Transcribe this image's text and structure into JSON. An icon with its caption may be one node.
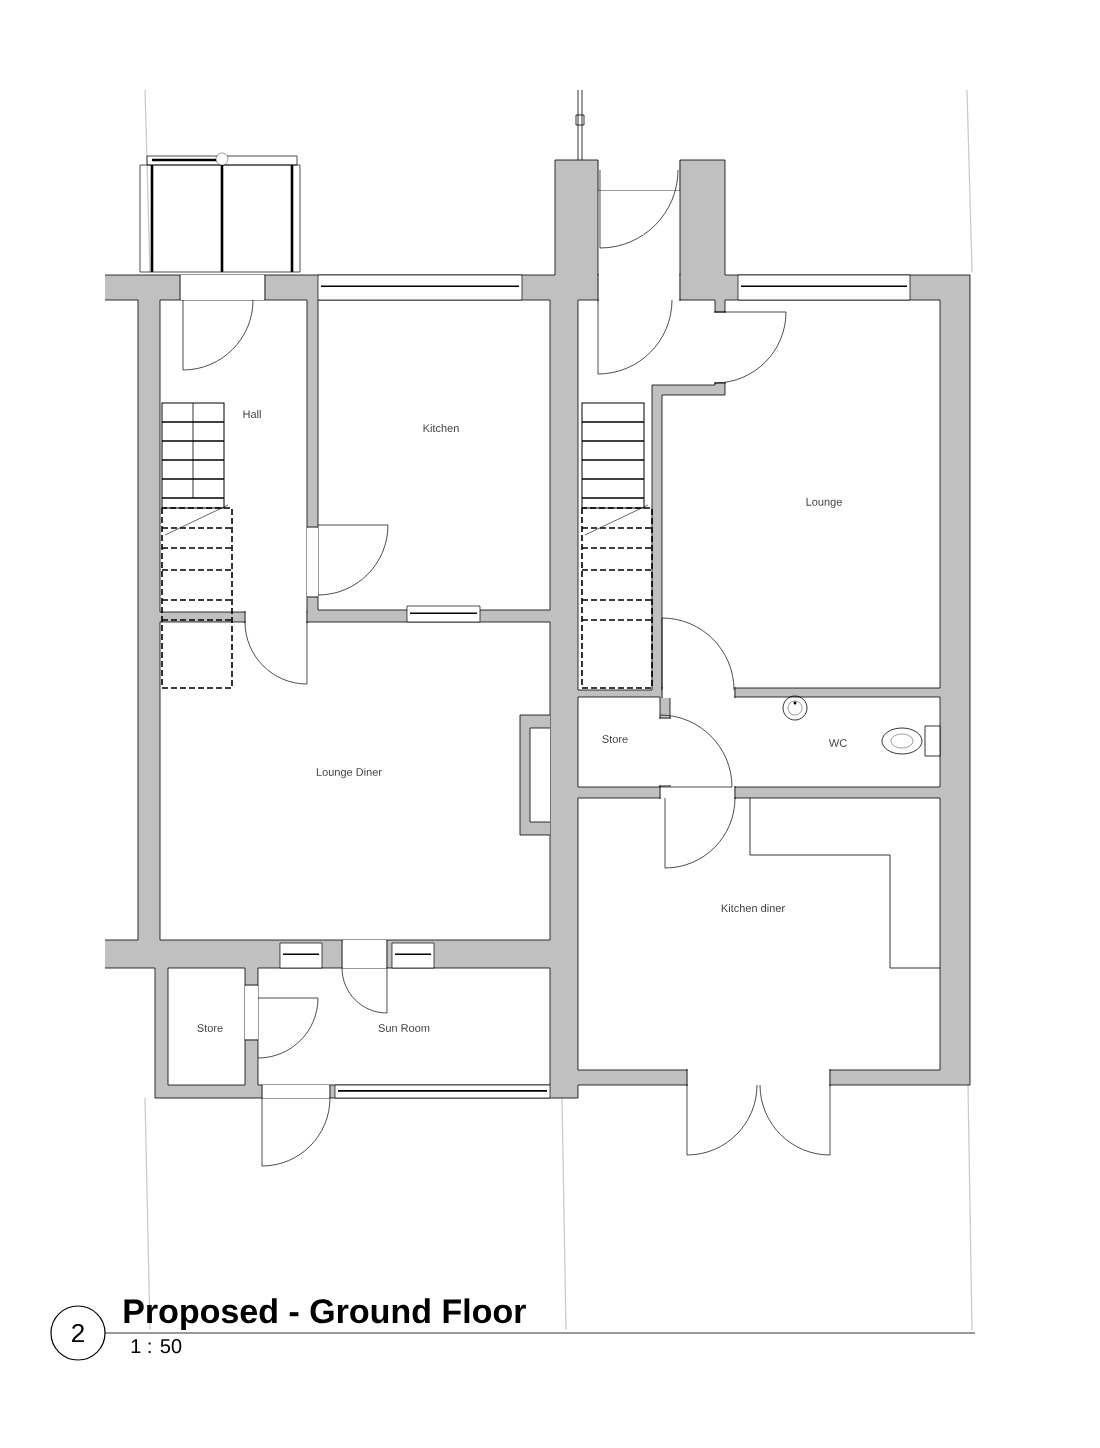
{
  "diagram": {
    "title": "Proposed - Ground Floor",
    "nodes": [
      {
        "text": [],
        "shape": "box"
      },
      {
        "text": [
          "Hall"
        ]
      },
      {
        "text": [
          "Kitchen"
        ]
      },
      {
        "text": [],
        "shape": "box"
      },
      {
        "text": [
          "Lounge"
        ]
      },
      {
        "text": [
          "Store"
        ]
      },
      {
        "text": [
          "WC"
        ]
      },
      {
        "text": [
          "Lounge Diner"
        ]
      },
      {
        "text": [
          "Kitchen diner"
        ]
      },
      {
        "text": [
          "Store"
        ]
      },
      {
        "text": [
          "Sun Room"
        ]
      },
      {
        "text": [
          "2"
        ]
      }
    ],
    "labels": [
      "1 : 50"
    ]
  }
}
